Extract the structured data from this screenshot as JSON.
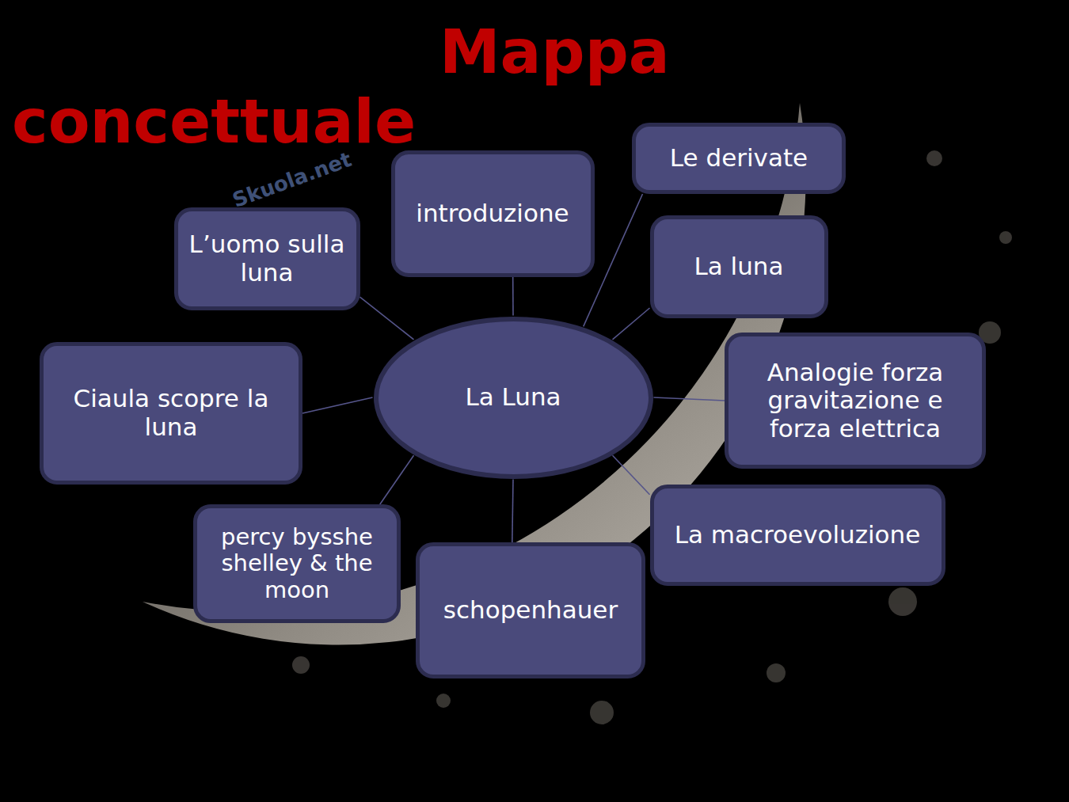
{
  "diagram": {
    "title": "Mappa concettuale",
    "nodes": [
      {
        "text": [
          "La Luna"
        ]
      },
      {
        "text": [
          "Le derivate"
        ]
      },
      {
        "text": [
          "introduzione"
        ]
      },
      {
        "text": [
          "L’uomo sulla luna"
        ]
      },
      {
        "text": [
          "La luna"
        ]
      },
      {
        "text": [
          "Ciaula scopre la luna"
        ]
      },
      {
        "text": [
          "Analogie forza gravitazione e forza elettrica"
        ]
      },
      {
        "text": [
          "percy bysshe shelley & the moon"
        ]
      },
      {
        "text": [
          "La macroevoluzione"
        ]
      },
      {
        "text": [
          "schopenhauer"
        ]
      }
    ],
    "edges": [
      {
        "from": 0,
        "to": 1,
        "arrow": "none"
      },
      {
        "from": 0,
        "to": 2,
        "arrow": "none"
      },
      {
        "from": 0,
        "to": 3,
        "arrow": "none"
      },
      {
        "from": 0,
        "to": 4,
        "arrow": "none"
      },
      {
        "from": 0,
        "to": 5,
        "arrow": "none"
      },
      {
        "from": 0,
        "to": 6,
        "arrow": "none"
      },
      {
        "from": 0,
        "to": 7,
        "arrow": "none"
      },
      {
        "from": 0,
        "to": 8,
        "arrow": "none"
      },
      {
        "from": 0,
        "to": 9,
        "arrow": "none"
      }
    ],
    "labels": [
      "Skuola.net"
    ]
  }
}
